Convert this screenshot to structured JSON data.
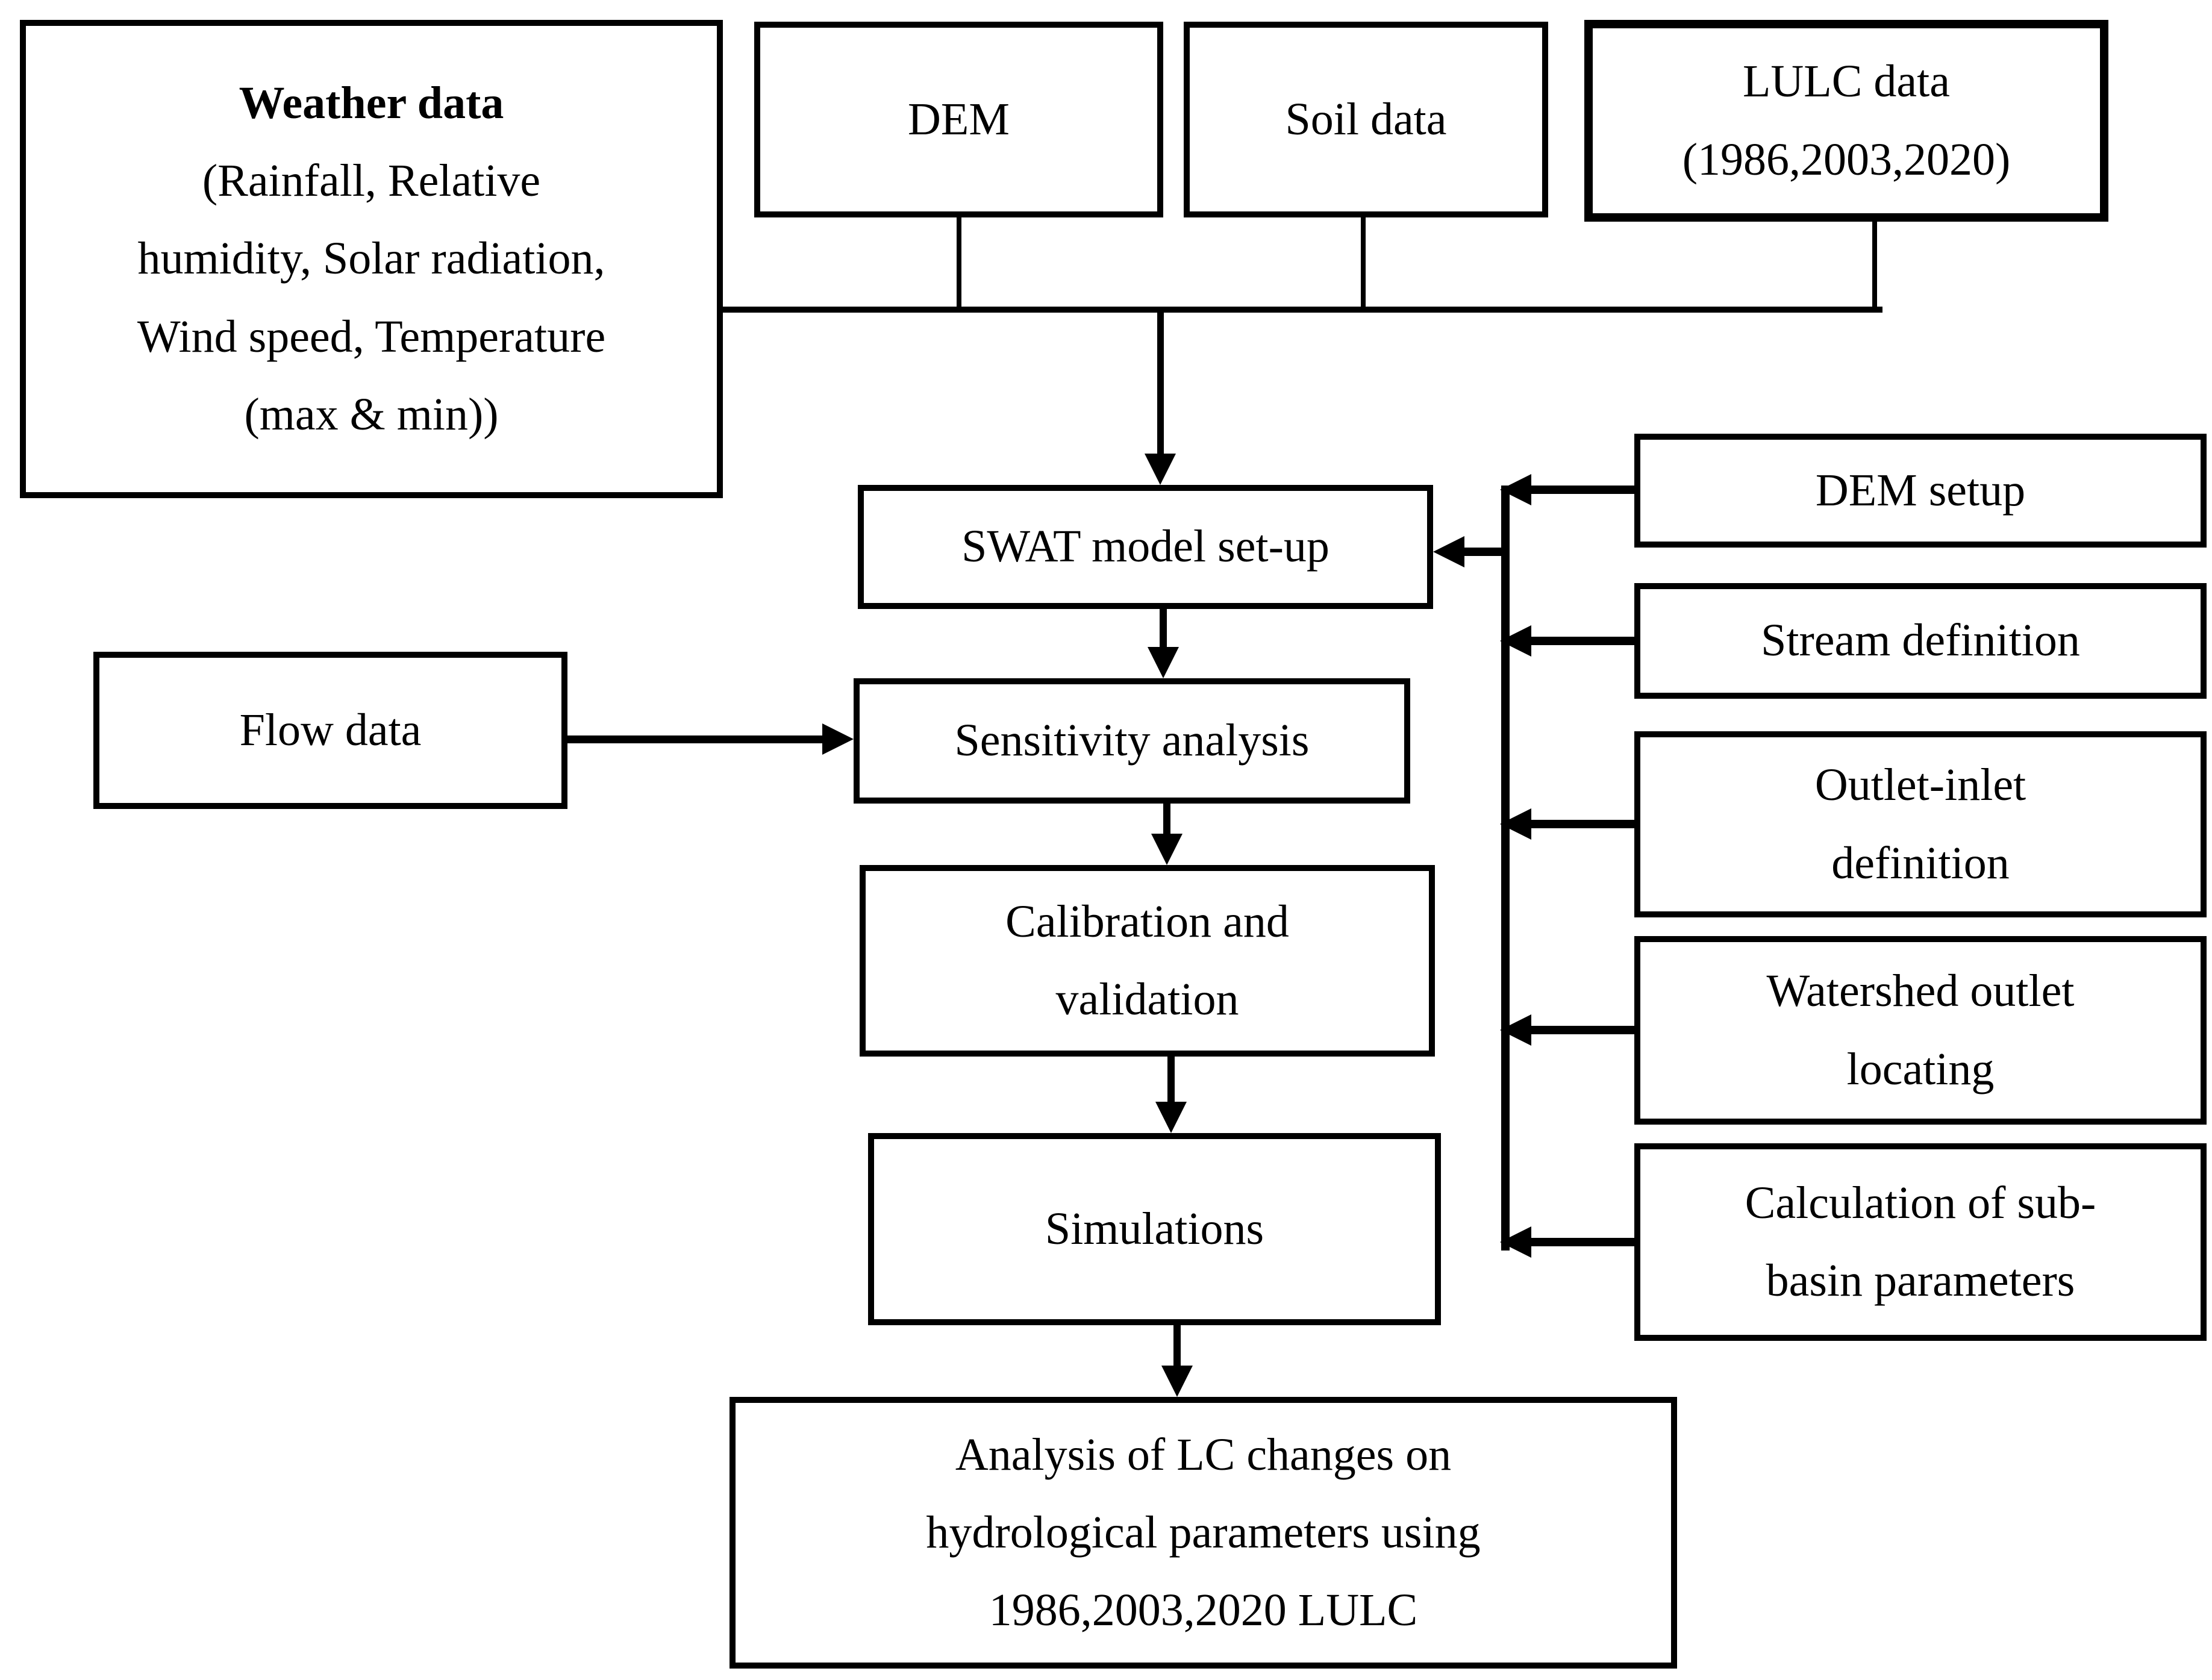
{
  "colors": {
    "line": "#000000",
    "background": "#ffffff",
    "box_border": "#000000",
    "text": "#000000"
  },
  "nodes": {
    "weather": {
      "line1": "Weather data",
      "line2": "(Rainfall, Relative",
      "line3": "humidity, Solar radiation,",
      "line4": "Wind speed, Temperature",
      "line5": "(max & min))"
    },
    "dem": {
      "label": "DEM"
    },
    "soil": {
      "label": "Soil data"
    },
    "lulc": {
      "line1": "LULC data",
      "line2": "(1986,2003,2020)"
    },
    "swat": {
      "label": "SWAT model set-up"
    },
    "flow": {
      "label": "Flow data"
    },
    "sensitivity": {
      "label": "Sensitivity analysis"
    },
    "calibration": {
      "line1": "Calibration and",
      "line2": "validation"
    },
    "simulations": {
      "label": "Simulations"
    },
    "analysis": {
      "line1": "Analysis of LC changes on",
      "line2": "hydrological parameters using",
      "line3": "1986,2003,2020 LULC"
    },
    "dem_setup": {
      "label": "DEM setup"
    },
    "stream_definition": {
      "label": "Stream definition"
    },
    "outlet_inlet": {
      "line1": "Outlet-inlet",
      "line2": "definition"
    },
    "watershed_outlet": {
      "line1": "Watershed outlet",
      "line2": "locating"
    },
    "calc_subbasin": {
      "line1": "Calculation of sub-",
      "line2": "basin parameters"
    }
  }
}
